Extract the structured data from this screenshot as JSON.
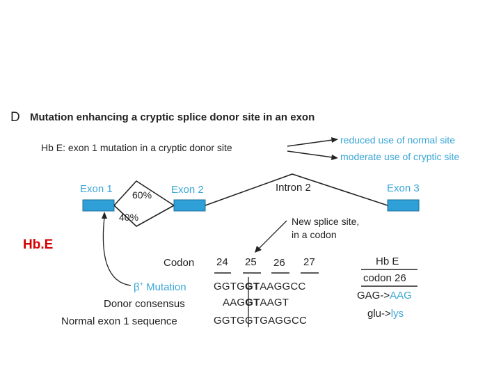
{
  "panel": {
    "letter": "D",
    "title": "Mutation enhancing a cryptic splice donor site in an exon"
  },
  "hbe_statement": {
    "text": "Hb E: exon 1 mutation in a cryptic donor site",
    "outcomes": [
      "reduced use of normal site",
      "moderate use of cryptic site"
    ]
  },
  "gene": {
    "exon1": "Exon 1",
    "exon2": "Exon 2",
    "exon3": "Exon 3",
    "intron2": "Intron 2",
    "pct_top": "60%",
    "pct_bottom": "40%"
  },
  "side_label": "Hb.E",
  "new_site": {
    "line1": "New splice site,",
    "line2": "in a codon"
  },
  "codon_table": {
    "header": "Codon",
    "codons": [
      "24",
      "25",
      "26",
      "27"
    ],
    "rows": [
      {
        "label_prefix": "β",
        "label_sup": "+",
        "label_rest": " Mutation",
        "seq_a": "GGTG",
        "seq_b": "GT",
        "seq_c": "AAGGCC"
      },
      {
        "label": "Donor consensus",
        "seq_a": "AAG",
        "seq_b": "GT",
        "seq_c": "AAGT"
      },
      {
        "label": "Normal exon 1 sequence",
        "seq": "GGTGGTGAGGCC"
      }
    ]
  },
  "hbe_box": {
    "title": "Hb E",
    "codon": "codon 26",
    "change_from": "GAG->",
    "change_to": "AAG",
    "aa_from": "glu->",
    "aa_to": "lys"
  },
  "colors": {
    "exon": "#2f9fd8",
    "label_blue": "#3aa6d8",
    "text": "#222222",
    "side_label": "#d40000"
  }
}
